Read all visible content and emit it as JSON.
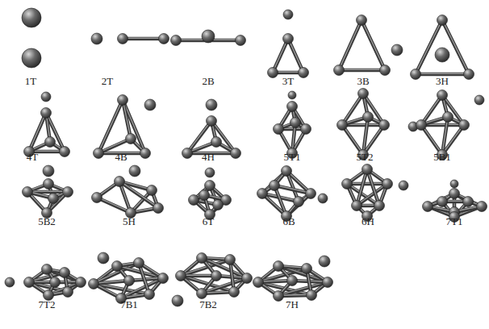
{
  "diagram": {
    "labels": [
      "1T",
      "2T",
      "2B",
      "3T",
      "3B",
      "3H",
      "4T",
      "4B",
      "4H",
      "5T1",
      "5T2",
      "5B1",
      "5B2",
      "5H",
      "6T",
      "6B",
      "6H",
      "7T1",
      "7T2",
      "7B1",
      "7B2",
      "7H"
    ]
  }
}
